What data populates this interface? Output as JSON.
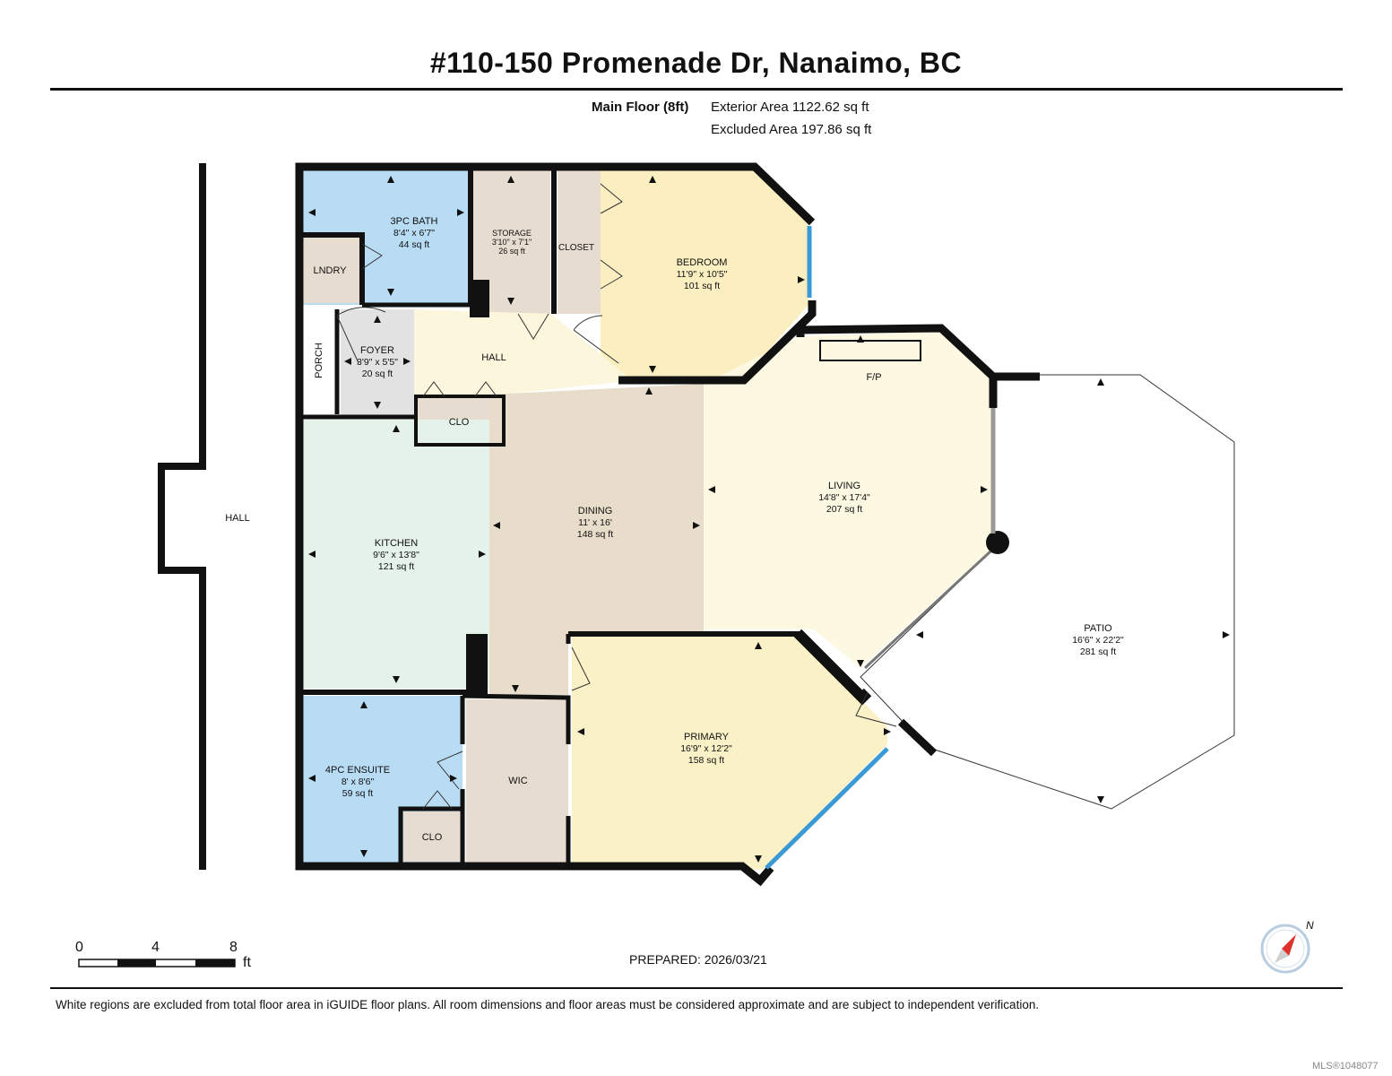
{
  "header": {
    "title": "#110-150 Promenade Dr, Nanaimo, BC",
    "floor": "Main Floor (8ft)",
    "exterior_area": "Exterior Area 1122.62 sq ft",
    "excluded_area": "Excluded Area 197.86 sq ft"
  },
  "rooms": {
    "bath3": {
      "name": "3PC BATH",
      "dims": "8'4\" x 6'7\"",
      "area": "44 sq ft"
    },
    "storage": {
      "name": "STORAGE",
      "dims": "3'10\" x 7'1\"",
      "area": "26 sq ft"
    },
    "closet": {
      "name": "CLOSET"
    },
    "bedroom": {
      "name": "BEDROOM",
      "dims": "11'9\" x 10'5\"",
      "area": "101 sq ft"
    },
    "laundry": {
      "name": "LNDRY"
    },
    "porch": {
      "name": "PORCH"
    },
    "foyer": {
      "name": "FOYER",
      "dims": "3'9\" x 5'5\"",
      "area": "20 sq ft"
    },
    "hall_inner": {
      "name": "HALL"
    },
    "clo_foyer": {
      "name": "CLO"
    },
    "fireplace": {
      "name": "F/P"
    },
    "living": {
      "name": "LIVING",
      "dims": "14'8\" x 17'4\"",
      "area": "207 sq ft"
    },
    "dining": {
      "name": "DINING",
      "dims": "11' x 16'",
      "area": "148 sq ft"
    },
    "kitchen": {
      "name": "KITCHEN",
      "dims": "9'6\" x 13'8\"",
      "area": "121 sq ft"
    },
    "patio": {
      "name": "PATIO",
      "dims": "16'6\" x 22'2\"",
      "area": "281 sq ft"
    },
    "hall_outer": {
      "name": "HALL"
    },
    "ensuite": {
      "name": "4PC ENSUITE",
      "dims": "8' x 8'6\"",
      "area": "59 sq ft"
    },
    "wic": {
      "name": "WIC"
    },
    "clo_ensuite": {
      "name": "CLO"
    },
    "primary": {
      "name": "PRIMARY",
      "dims": "16'9\" x 12'2\"",
      "area": "158 sq ft"
    }
  },
  "scale": {
    "ticks": [
      "0",
      "4",
      "8"
    ],
    "unit": "ft"
  },
  "compass": {
    "label": "N"
  },
  "prepared": "PREPARED: 2026/03/21",
  "disclaimer": "White regions are excluded from total floor area in iGUIDE floor plans. All room dimensions and floor areas must be considered approximate and are subject to independent verification.",
  "mls": "MLS®1048077",
  "colors": {
    "wall": "#111111",
    "bath": "#b9dcf5",
    "storage": "#e6ddd0",
    "bedroom": "#fbeec0",
    "hall": "#fcf6dc",
    "foyer": "#e2e2e2",
    "kitchen": "#e4f2ea",
    "dining": "#e8dccb",
    "living": "#fdf8e2",
    "primary": "#fbf1c6",
    "window": "#3b9ad6",
    "compass_red": "#e0322c"
  }
}
